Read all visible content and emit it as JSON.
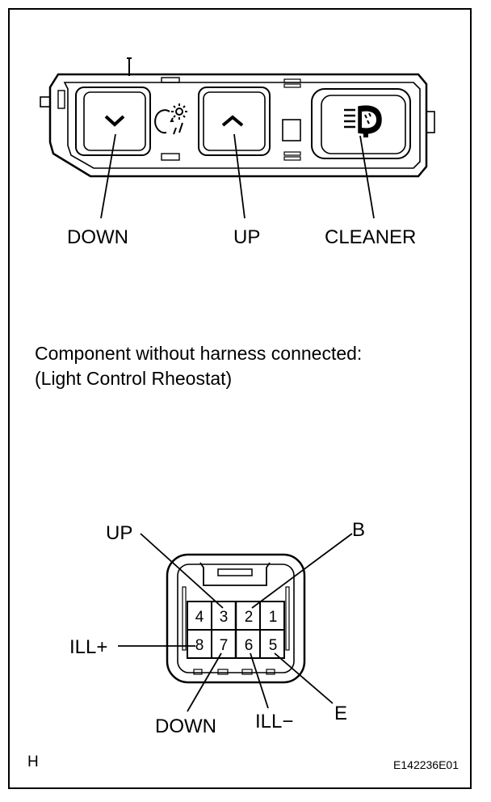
{
  "switch_callouts": {
    "down": "DOWN",
    "up": "UP",
    "cleaner": "CLEANER"
  },
  "caption": {
    "line1": "Component without harness connected:",
    "line2": "(Light Control Rheostat)"
  },
  "connector": {
    "pins": [
      "1",
      "2",
      "3",
      "4",
      "5",
      "6",
      "7",
      "8"
    ],
    "callouts": {
      "up": "UP",
      "b": "B",
      "ill_plus": "ILL+",
      "e": "E",
      "down": "DOWN",
      "ill_minus": "ILL−"
    }
  },
  "footer": {
    "section_letter": "H",
    "figure_code": "E142236E01"
  },
  "icons": [
    "chevron-down-icon",
    "chevron-up-icon",
    "headlight-leveling-icon",
    "headlamp-cleaner-icon"
  ]
}
